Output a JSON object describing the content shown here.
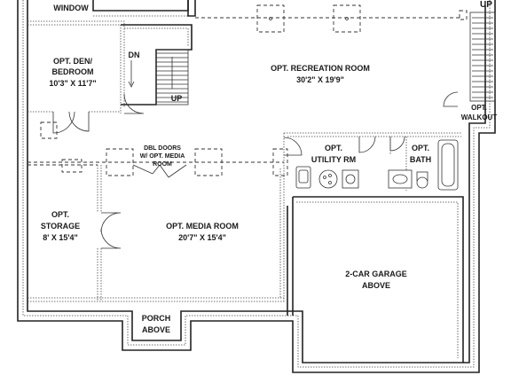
{
  "rooms": {
    "window": "WINDOW",
    "up_top": "UP",
    "den": [
      "OPT. DEN/",
      "BEDROOM",
      "10'3\" X 11'7\""
    ],
    "stair_dn": "DN",
    "stair_up": "UP",
    "recreation": [
      "OPT. RECREATION ROOM",
      "30'2\" X 19'9\""
    ],
    "walkout": [
      "OPT.",
      "WALKOUT"
    ],
    "dbl_doors": [
      "DBL DOORS",
      "W/ OPT. MEDIA",
      "ROOM"
    ],
    "utility": [
      "OPT.",
      "UTILITY RM"
    ],
    "bath": [
      "OPT.",
      "BATH"
    ],
    "storage": [
      "OPT.",
      "STORAGE",
      "8' X 15'4\""
    ],
    "media": [
      "OPT. MEDIA ROOM",
      "20'7\" X 15'4\""
    ],
    "garage": [
      "2-CAR GARAGE",
      "ABOVE"
    ],
    "porch": [
      "PORCH",
      "ABOVE"
    ]
  }
}
